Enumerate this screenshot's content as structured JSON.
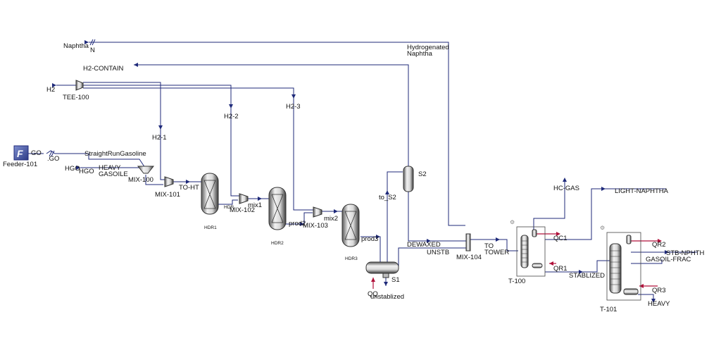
{
  "flowsheet": {
    "streams": {
      "naphtha": "Naphtha",
      "naphtha_n": "N",
      "hydrogenated_1": "Hydrogenated",
      "hydrogenated_2": "Naphtha",
      "h2_contain": "H2-CONTAIN",
      "h2": "H2",
      "h2_1": "H2-1",
      "h2_2": "H2-2",
      "h2_3": "H2-3",
      "go": "GO",
      "go2": ".GO",
      "straight_run": "StraightRunGasoline",
      "hgo": "HGO",
      "hgo2": "HGO",
      "heavy_gasoile_1": "HEAVY",
      "heavy_gasoile_2": "GASOILE",
      "to_ht": "TO-HT",
      "hdr": "HDR",
      "mix1": "mix1",
      "prod2": "prod2",
      "mix2": "mix2",
      "prod3": "prod3",
      "to_s2": "to_S2",
      "dewaxed": "DEWAXED",
      "unstb": "UNSTB",
      "to_tower_1": "TO",
      "to_tower_2": "TOWER",
      "hc_gas": "HC-GAS",
      "light_naphtha": "LIGHT-NAPHTHA",
      "stablized": "STABLIZED",
      "stb_nphth": "STB-NPHTH",
      "gasoil_frac": "GASOIL-FRAC",
      "heavy": "HEAVY",
      "unstablized": "unstablized"
    },
    "energy": {
      "qc1": "QC1",
      "qr1": "QR1",
      "qr2": "QR2",
      "qr3": "QR3",
      "qq": "QQ"
    },
    "units": {
      "feeder": "Feeder-101",
      "feeder_icon": "F",
      "tee": "TEE-100",
      "mix100": "MIX-100",
      "mix101": "MIX-101",
      "mix102": "MIX-102",
      "mix103": "MIX-103",
      "mix104": "MIX-104",
      "hdr1": "HDR1",
      "hdr2": "HDR2",
      "hdr3": "HDR3",
      "s1": "S1",
      "s2": "S2",
      "t100": "T-100",
      "t101": "T-101"
    },
    "colors": {
      "material_stream": "#1f2a7a",
      "energy_stream": "#b0103a",
      "vessel_light": "#e6e6e6",
      "vessel_dark": "#4a4a4a",
      "feeder_fill": "#3a4fa8"
    }
  }
}
